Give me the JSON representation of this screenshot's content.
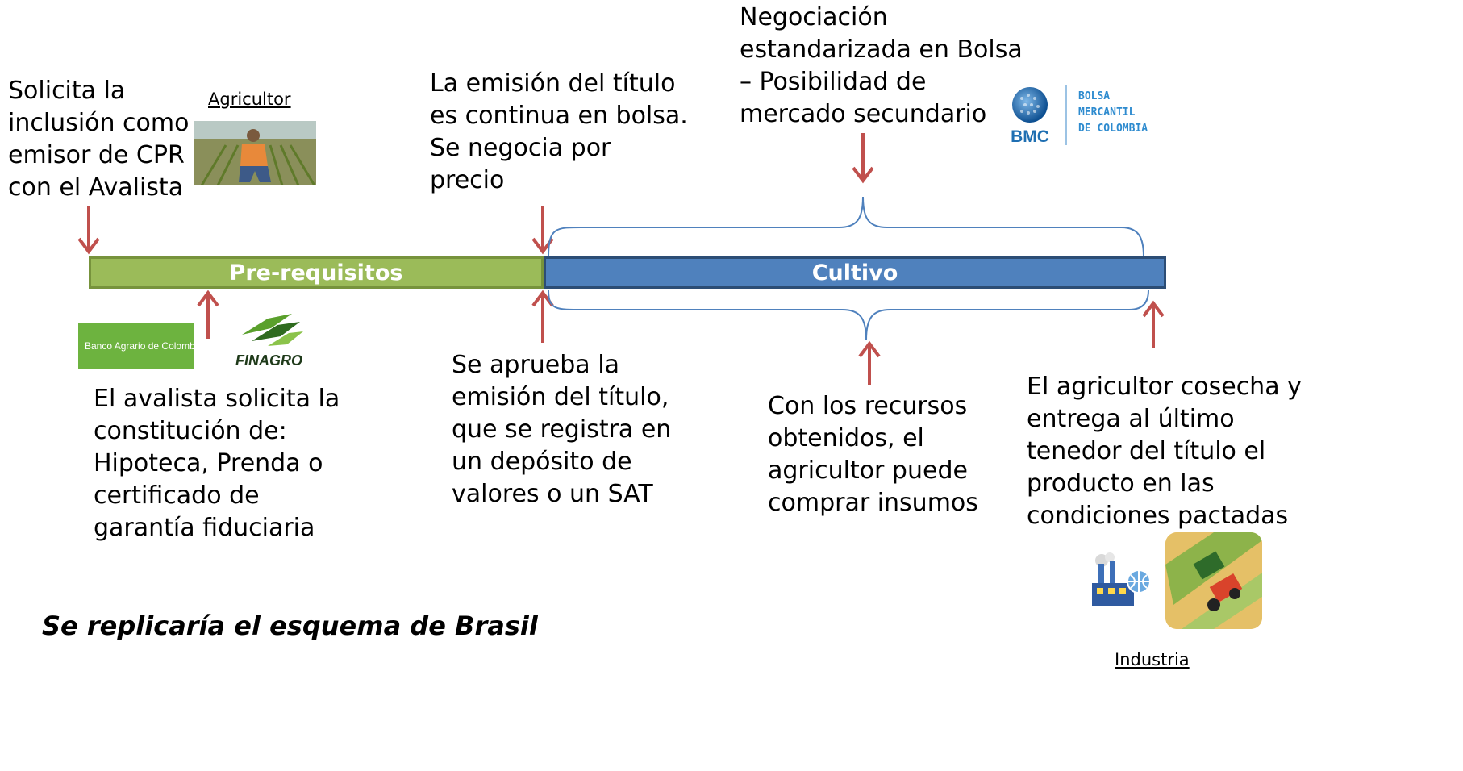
{
  "texts": {
    "left_top": "Solicita la\ninclusión como\nemisor de CPR\ncon el Avalista",
    "agricultor_caption": "Agricultor",
    "mid_top": "La emisión del título\nes continua en bolsa.\nSe negocia por\nprecio",
    "right_top": "Negociación\nestandarizada en Bolsa\n– Posibilidad de\nmercado secundario",
    "left_bottom": "El avalista solicita la\nconstitución de:\nHipoteca, Prenda o\ncertificado de\ngarantía fiduciaria",
    "mid_bottom": "Se aprueba la\nemisión del título,\nque se registra en\nun depósito de\nvalores o un SAT",
    "cultivo_bottom": "Con los recursos\nobtenidos, el\nagricultor puede\ncomprar insumos",
    "right_bottom": "El agricultor cosecha y\nentrega al último\ntenedor del título el\nproducto en las\ncondiciones pactadas",
    "industria_caption": "Industria",
    "footer": "Se replicaría el esquema de Brasil"
  },
  "bars": {
    "pre": "Pre-requisitos",
    "cultivo": "Cultivo"
  },
  "logos": {
    "banco": "Banco Agrario de Colombia",
    "finagro": "FINAGRO",
    "bmc_short": "BMC",
    "bmc_line1": "BOLSA",
    "bmc_line2": "MERCANTIL",
    "bmc_line3": "DE COLOMBIA"
  },
  "colors": {
    "arrow": "#c0504d",
    "pre_bar": "#9bbb59",
    "cultivo_bar": "#4f81bd",
    "brace": "#4f81bd",
    "bmc": "#1f6fb2"
  }
}
